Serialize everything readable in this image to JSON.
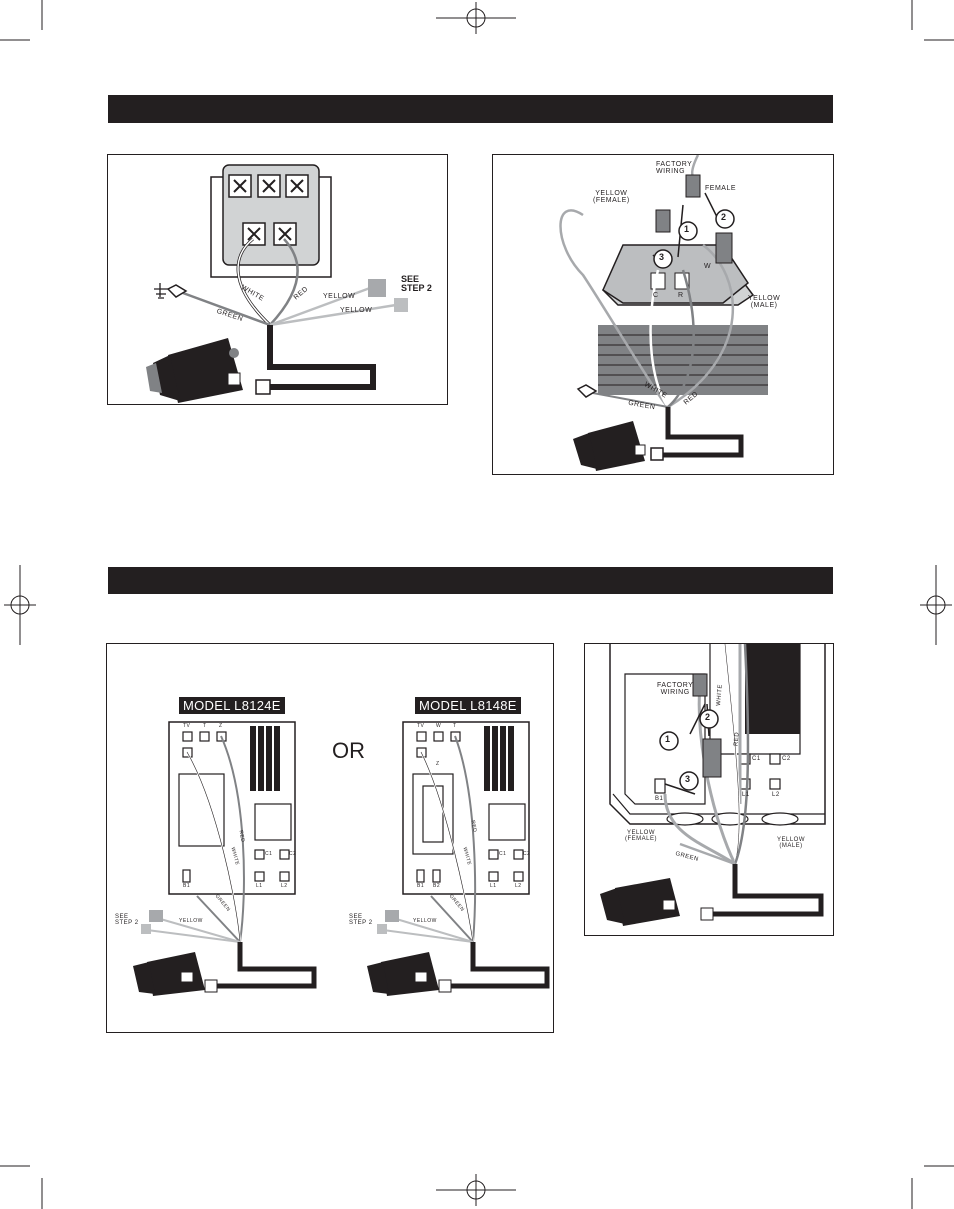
{
  "header_bars": [
    "",
    ""
  ],
  "panel1": {
    "see_step": "SEE\nSTEP 2",
    "wire_white": "WHITE",
    "wire_red": "RED",
    "wire_green": "GREEN",
    "wire_yellow_1": "YELLOW",
    "wire_yellow_2": "YELLOW"
  },
  "panel2": {
    "factory_wiring": "FACTORY\nWIRING",
    "female": "FEMALE",
    "yellow_female": "YELLOW\n(FEMALE)",
    "yellow_male": "YELLOW\n(MALE)",
    "step1": "1",
    "step2": "2",
    "step3": "3",
    "terminal_c": "C",
    "terminal_r": "R",
    "terminal_w": "W",
    "wire_white": "WHITE",
    "wire_red": "RED",
    "wire_green": "GREEN"
  },
  "panel3": {
    "model_left": "MODEL L8124E",
    "model_right": "MODEL L8148E",
    "or": "OR",
    "left_terminals": [
      "TV",
      "T",
      "Z"
    ],
    "right_terminals": [
      "TV",
      "W",
      "T",
      "Z"
    ],
    "c1": "C1",
    "c2": "C2",
    "l1": "L1",
    "l2": "L2",
    "b1": "B1",
    "b2": "B2",
    "see_step": "SEE\nSTEP 2",
    "yellow": "YELLOW",
    "wire_red": "RED",
    "wire_white": "WHITE",
    "wire_green": "GREEN"
  },
  "panel4": {
    "factory_wiring": "FACTORY\nWIRING",
    "white": "WHITE",
    "red": "RED",
    "step1": "1",
    "step2": "2",
    "step3": "3",
    "c1": "C1",
    "c2": "C2",
    "l1": "L1",
    "l2": "L2",
    "b1": "B1",
    "yellow_female": "YELLOW\n(FEMALE)",
    "yellow_male": "YELLOW\n(MALE)",
    "green": "GREEN"
  }
}
